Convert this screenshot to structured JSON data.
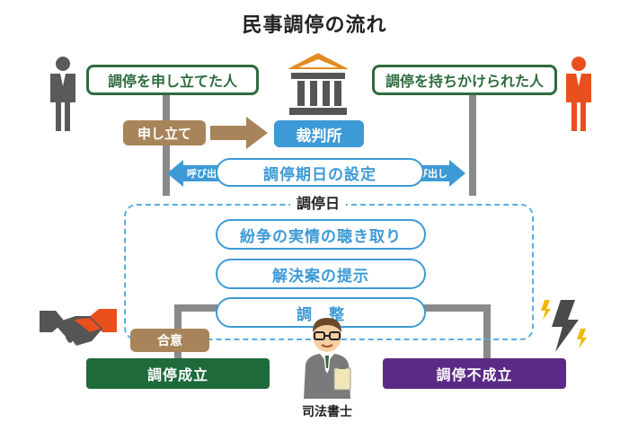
{
  "title": "民事調停の流れ",
  "applicant": "調停を申し立てた人",
  "respondent": "調停を持ちかけられた人",
  "filing": "申し立て",
  "court": "裁判所",
  "call_left": "呼び出し",
  "call_right": "呼び出し",
  "schedule": "調停期日の設定",
  "mediation_day": "調停日",
  "steps": [
    "紛争の実情の聴き取り",
    "解決案の提示",
    "調　整"
  ],
  "agreement": "合意",
  "success": "調停成立",
  "failure": "調停不成立",
  "scrivener": "司法書士",
  "colors": {
    "green": "#2e6b3e",
    "blue": "#3d9ad6",
    "brown": "#a8845a",
    "purple": "#5b2a85",
    "success_bg": "#1f6a3a",
    "orange": "#e38a1f",
    "respondent_figure": "#e8501e"
  }
}
